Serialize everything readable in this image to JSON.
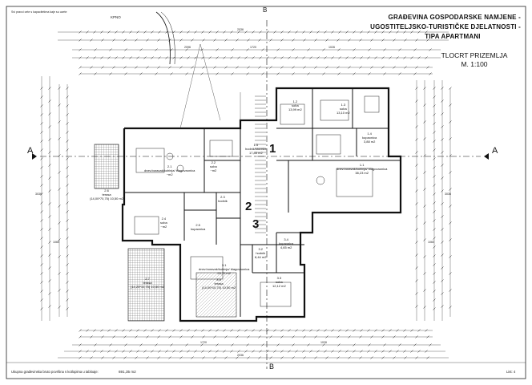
{
  "title": {
    "lines": [
      "GRAĐEVINA GOSPODARSKE NAMJENE -",
      "UGOSTITELJSKO-TURISTIČKE DJELATNOSTI -",
      "TIPA APARTMANI"
    ],
    "drawing_name": "TLOCRT PRIZEMLJA",
    "scale": "M. 1:100"
  },
  "corner_note_top": "Svi pravci cete s kapacitetima kaje su uzete",
  "corner_note_bottom": "Ukupna građevinska bruto površina s kotlopima u tabloaje:",
  "total_area": "691,35 m2",
  "sheet_number": "List: 4",
  "section_markers": [
    "A",
    "A",
    "B",
    "B"
  ],
  "unit_numbers": [
    "1",
    "2",
    "3"
  ],
  "rooms": [
    {
      "id": "2.1",
      "name": "dnev.boravak/kuhinja/ blagovaonica",
      "area": "~m2"
    },
    {
      "id": "2.2",
      "name": "soba",
      "area": "~m2"
    },
    {
      "id": "2.3",
      "name": "hodnik",
      "area": ""
    },
    {
      "id": "2.4",
      "name": "soba",
      "area": "~m2"
    },
    {
      "id": "2.5",
      "name": "kupaonica",
      "area": ""
    },
    {
      "id": "2.6",
      "name": "terasa",
      "area": "(14,00*70,75) 10,50 m2"
    },
    {
      "id": "1.1",
      "name": "dnev.boravak/kuhinja/ blagovaonica",
      "area": "38,23 m2"
    },
    {
      "id": "1.2",
      "name": "soba",
      "area": "13,99 m2"
    },
    {
      "id": "1.3",
      "name": "soba",
      "area": "13,10 m2"
    },
    {
      "id": "1.4",
      "name": "kupaonica",
      "area": "3,88 m2"
    },
    {
      "id": "1.5",
      "name": "hodnik/stubište",
      "area": "17,85 m2"
    },
    {
      "id": "3.1",
      "name": "dnev.boravak/kuhinja/ blagovaonica",
      "area": "23,70 m2"
    },
    {
      "id": "3.2",
      "name": "hodnik",
      "area": "8,44 m2"
    },
    {
      "id": "3.3",
      "name": "soba",
      "area": "12,12 m2"
    },
    {
      "id": "3.4",
      "name": "kupaonica",
      "area": "4,65 m2"
    },
    {
      "id": "3.5",
      "name": "terasa",
      "area": "(14,00*10,70) 10,50 m2"
    },
    {
      "id": "2.7",
      "name": "terasa",
      "area": "(14,25*10,75) 10,50 m2"
    }
  ],
  "labels": {
    "kpne": "KPNO",
    "dims_top": [
      "2036",
      "1720",
      "1026",
      "2096"
    ],
    "dims_bottom": [
      "2036",
      "1720",
      "1026"
    ],
    "dims_left": [
      "3036",
      "1060"
    ],
    "dims_right": [
      "3036",
      "1060"
    ]
  }
}
